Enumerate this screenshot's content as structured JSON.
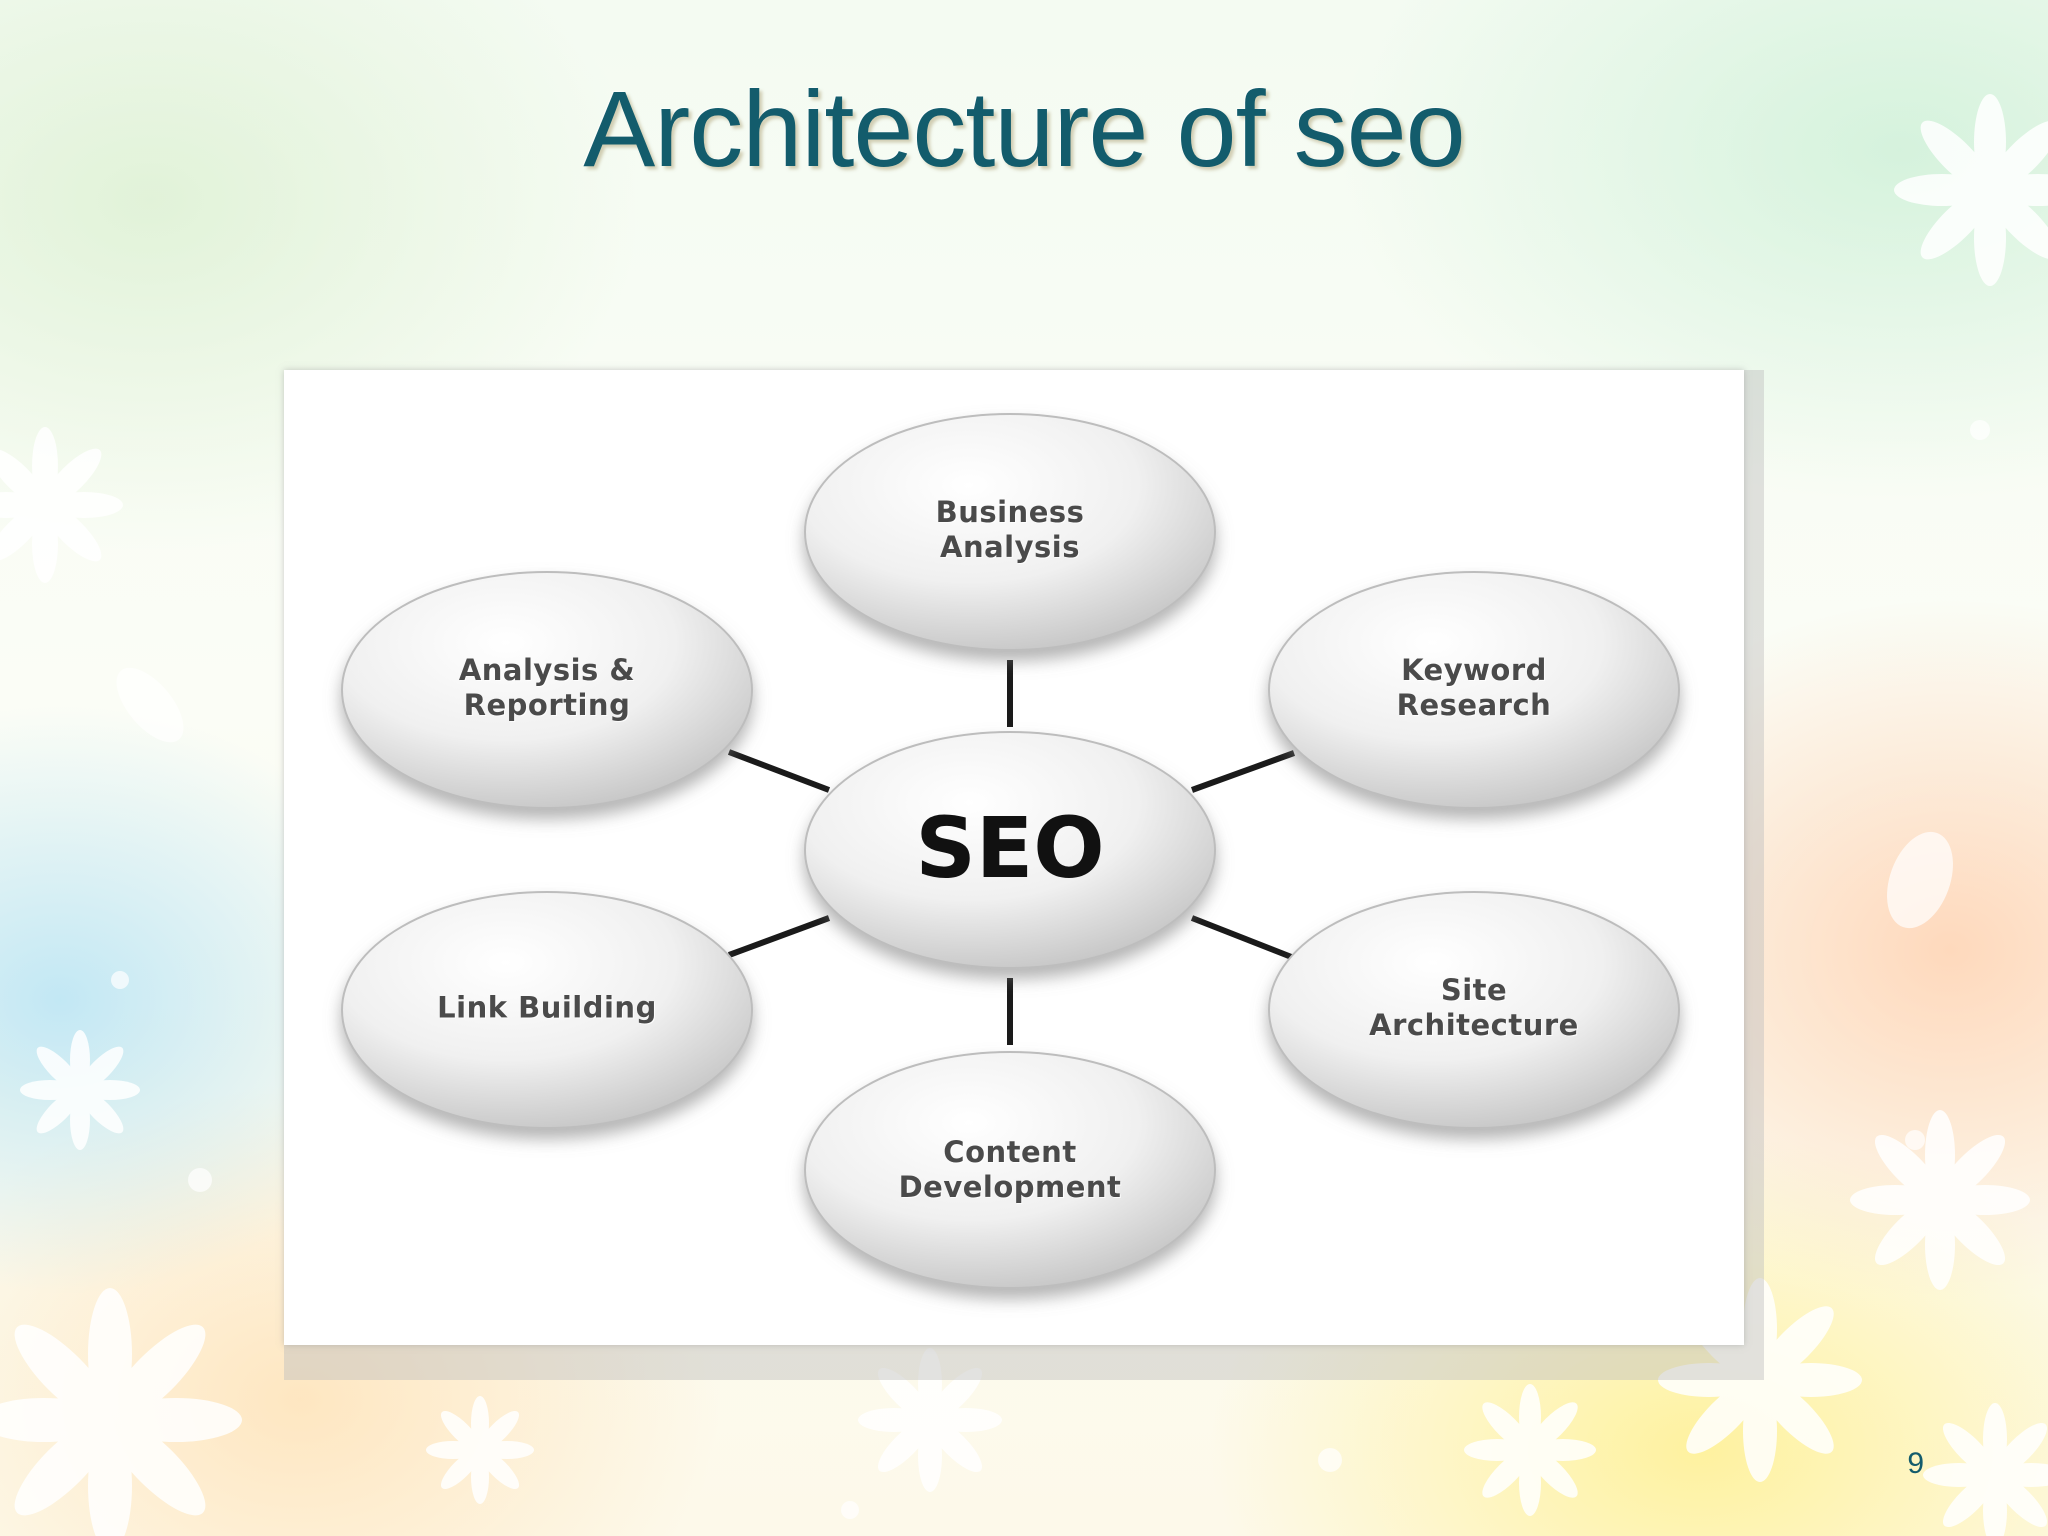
{
  "slide": {
    "title": "Architecture of seo",
    "page_number": "9"
  },
  "diagram": {
    "center": "SEO",
    "nodes": [
      {
        "id": "business",
        "label": "Business\nAnalysis"
      },
      {
        "id": "keyword",
        "label": "Keyword\nResearch"
      },
      {
        "id": "site",
        "label": "Site\nArchitecture"
      },
      {
        "id": "content",
        "label": "Content\nDevelopment"
      },
      {
        "id": "link",
        "label": "Link Building"
      },
      {
        "id": "analysis",
        "label": "Analysis &\nReporting"
      }
    ]
  },
  "colors": {
    "title": "#135c6c",
    "node_fill_light": "#ffffff",
    "node_fill_dark": "#c9c9c9",
    "connector": "#1a1a1a"
  }
}
